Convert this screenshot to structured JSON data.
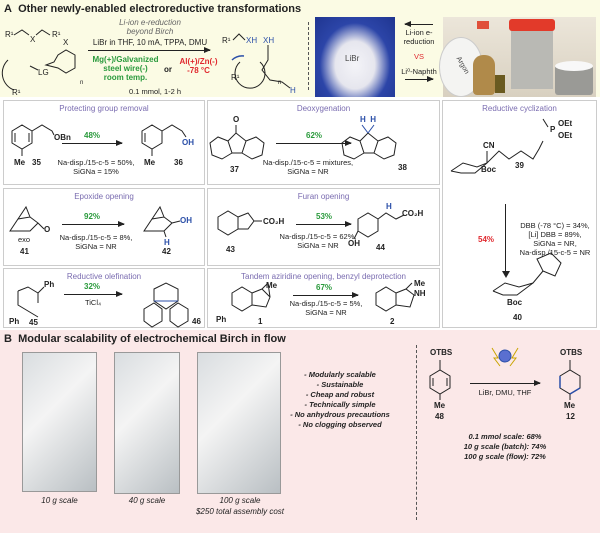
{
  "section_a": {
    "label": "A",
    "title": "Other newly-enabled electroreductive transformations",
    "conditions": {
      "top_line_1": "Li-ion e-reduction",
      "top_line_2": "beyond Birch",
      "reagents": "LiBr in THF, 10 mA, TPPA, DMU",
      "mg_line_1": "Mg(+)/Galvanized",
      "mg_line_2": "steel wire(-)",
      "mg_line_3": "room temp.",
      "or": "or",
      "al_line_1": "Al(+)/Zn(-)",
      "al_line_2": "-78 °C",
      "scale": "0.1 mmol, 1-2 h"
    },
    "substrate_labels": {
      "r1a": "R¹",
      "x": "X",
      "r1b": "R¹",
      "lg": "LG",
      "r1c": "R¹",
      "n": "n"
    },
    "product_labels": {
      "r1": "R¹",
      "xh": "XH",
      "r1c": "R¹",
      "xh2": "XH",
      "h": "H",
      "n": "n"
    },
    "photo_libr_label": "LiBr",
    "compare_top_1": "Li-ion e-",
    "compare_top_2": "reduction",
    "compare_vs": "VS",
    "compare_bottom": "Li⁰-Naphth",
    "photo_argon_label": "Argon",
    "colors": {
      "green": "#2a9a3c",
      "red": "#e0282e",
      "purple": "#7a6cb0",
      "blue": "#2b4fa8"
    },
    "panels": [
      {
        "title": "Protecting group removal",
        "sub": "35",
        "prod": "36",
        "yield": "48%",
        "cond1": "Na-disp./15-c-5 = 50%,",
        "cond2": "SiGNa = 15%",
        "sub_group": "OBn",
        "prod_group": "OH",
        "me": "Me"
      },
      {
        "title": "Deoxygenation",
        "sub": "37",
        "prod": "38",
        "yield": "62%",
        "cond1": "Na-disp./15-c-5 = mixtures,",
        "cond2": "SiGNa = NR",
        "sub_group": "O",
        "prod_group": "H  H"
      },
      {
        "title": "Epoxide opening",
        "sub": "41",
        "prod": "42",
        "yield": "92%",
        "cond1": "Na-disp./15-c-5 = 8%,",
        "cond2": "SiGNa = NR",
        "sub_group": "O",
        "prod_group": "OH",
        "exo": "exo",
        "h": "H"
      },
      {
        "title": "Furan opening",
        "sub": "43",
        "prod": "44",
        "yield": "53%",
        "cond1": "Na-disp./15-c-5 = 62%,",
        "cond2": "SiGNa = NR",
        "sub_group": "CO₂H",
        "prod_group": "CO₂H",
        "oh": "OH",
        "h": "H"
      },
      {
        "title": "Reductive olefination",
        "sub": "45",
        "prod": "46",
        "yield": "32%",
        "cond1": "TiCl₄",
        "ph": "Ph"
      },
      {
        "title": "Tandem aziridine opening, benzyl deprotection",
        "sub": "1",
        "prod": "2",
        "yield": "67%",
        "cond1": "Na-disp./15-c-5 = 5%,",
        "cond2": "SiGNa = NR",
        "me": "Me",
        "nh": "NH",
        "ph": "Ph"
      },
      {
        "title": "Reductive cyclization",
        "sub": "39",
        "prod": "40",
        "yield": "54%",
        "cond1": "DBB (-78 °C) = 34%,",
        "cond2": "[Li] DBB = 89%,",
        "cond3": "SiGNa = NR,",
        "cond4": "Na-disp./15-c-5 = NR",
        "cn": "CN",
        "boc": "Boc",
        "oet": "OEt",
        "p": "P"
      }
    ]
  },
  "section_b": {
    "label": "B",
    "title": "Modular scalability of electrochemical Birch in flow",
    "photos": [
      {
        "caption": "10 g scale"
      },
      {
        "caption": "40 g scale"
      },
      {
        "caption": "100 g scale",
        "caption2": "$250 total assembly cost"
      }
    ],
    "bullets": [
      "- Modularly scalable",
      "- Sustainable",
      "- Cheap and robust",
      "- Technically simple",
      "- No anhydrous precautions",
      "- No clogging observed"
    ],
    "reaction": {
      "sub": "48",
      "prod": "12",
      "otbs": "OTBS",
      "me": "Me",
      "cond": "LiBr, DMU, THF"
    },
    "results": [
      "0.1 mmol scale: 68%",
      "10 g scale (batch): 74%",
      "100 g scale (flow): 72%"
    ]
  }
}
